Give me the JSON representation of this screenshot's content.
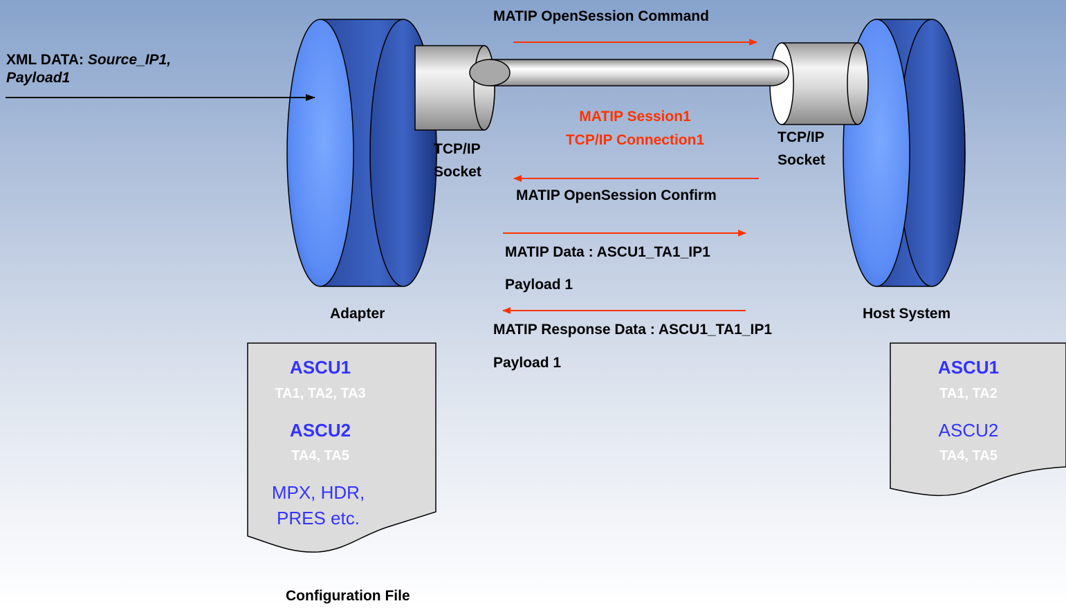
{
  "colors": {
    "cylinder_dark": "#1f3a86",
    "cylinder_face": "#6699ff",
    "arrow_red": "#ff3300",
    "config_doc": "#dcdcdc",
    "asc_blue": "#3333ff"
  },
  "xml_data": {
    "label": "XML DATA:",
    "value_line1": "Source_IP1,",
    "value_line2": "Payload1"
  },
  "adapter": {
    "label": "Adapter",
    "socket_line1": "TCP/IP",
    "socket_line2": "Socket"
  },
  "host": {
    "label": "Host System",
    "socket_line1": "TCP/IP",
    "socket_line2": "Socket"
  },
  "session": {
    "line1": "MATIP Session1",
    "line2": "TCP/IP Connection1"
  },
  "messages": {
    "open_command": "MATIP OpenSession Command",
    "open_confirm": "MATIP OpenSession Confirm",
    "data": "MATIP Data : ASCU1_TA1_IP1",
    "data_payload": "Payload 1",
    "response": "MATIP Response Data : ASCU1_TA1_IP1",
    "response_payload": "Payload 1"
  },
  "adapter_config": {
    "ascu1": "ASCU1",
    "ascu1_tas": "TA1, TA2, TA3",
    "ascu2": "ASCU2",
    "ascu2_tas": "TA4, TA5",
    "extra_line1": "MPX, HDR,",
    "extra_line2": "PRES etc."
  },
  "host_config": {
    "ascu1": "ASCU1",
    "ascu1_tas": "TA1, TA2",
    "ascu2": "ASCU2",
    "ascu2_tas": "TA4, TA5"
  },
  "config_file_label": "Configuration File"
}
